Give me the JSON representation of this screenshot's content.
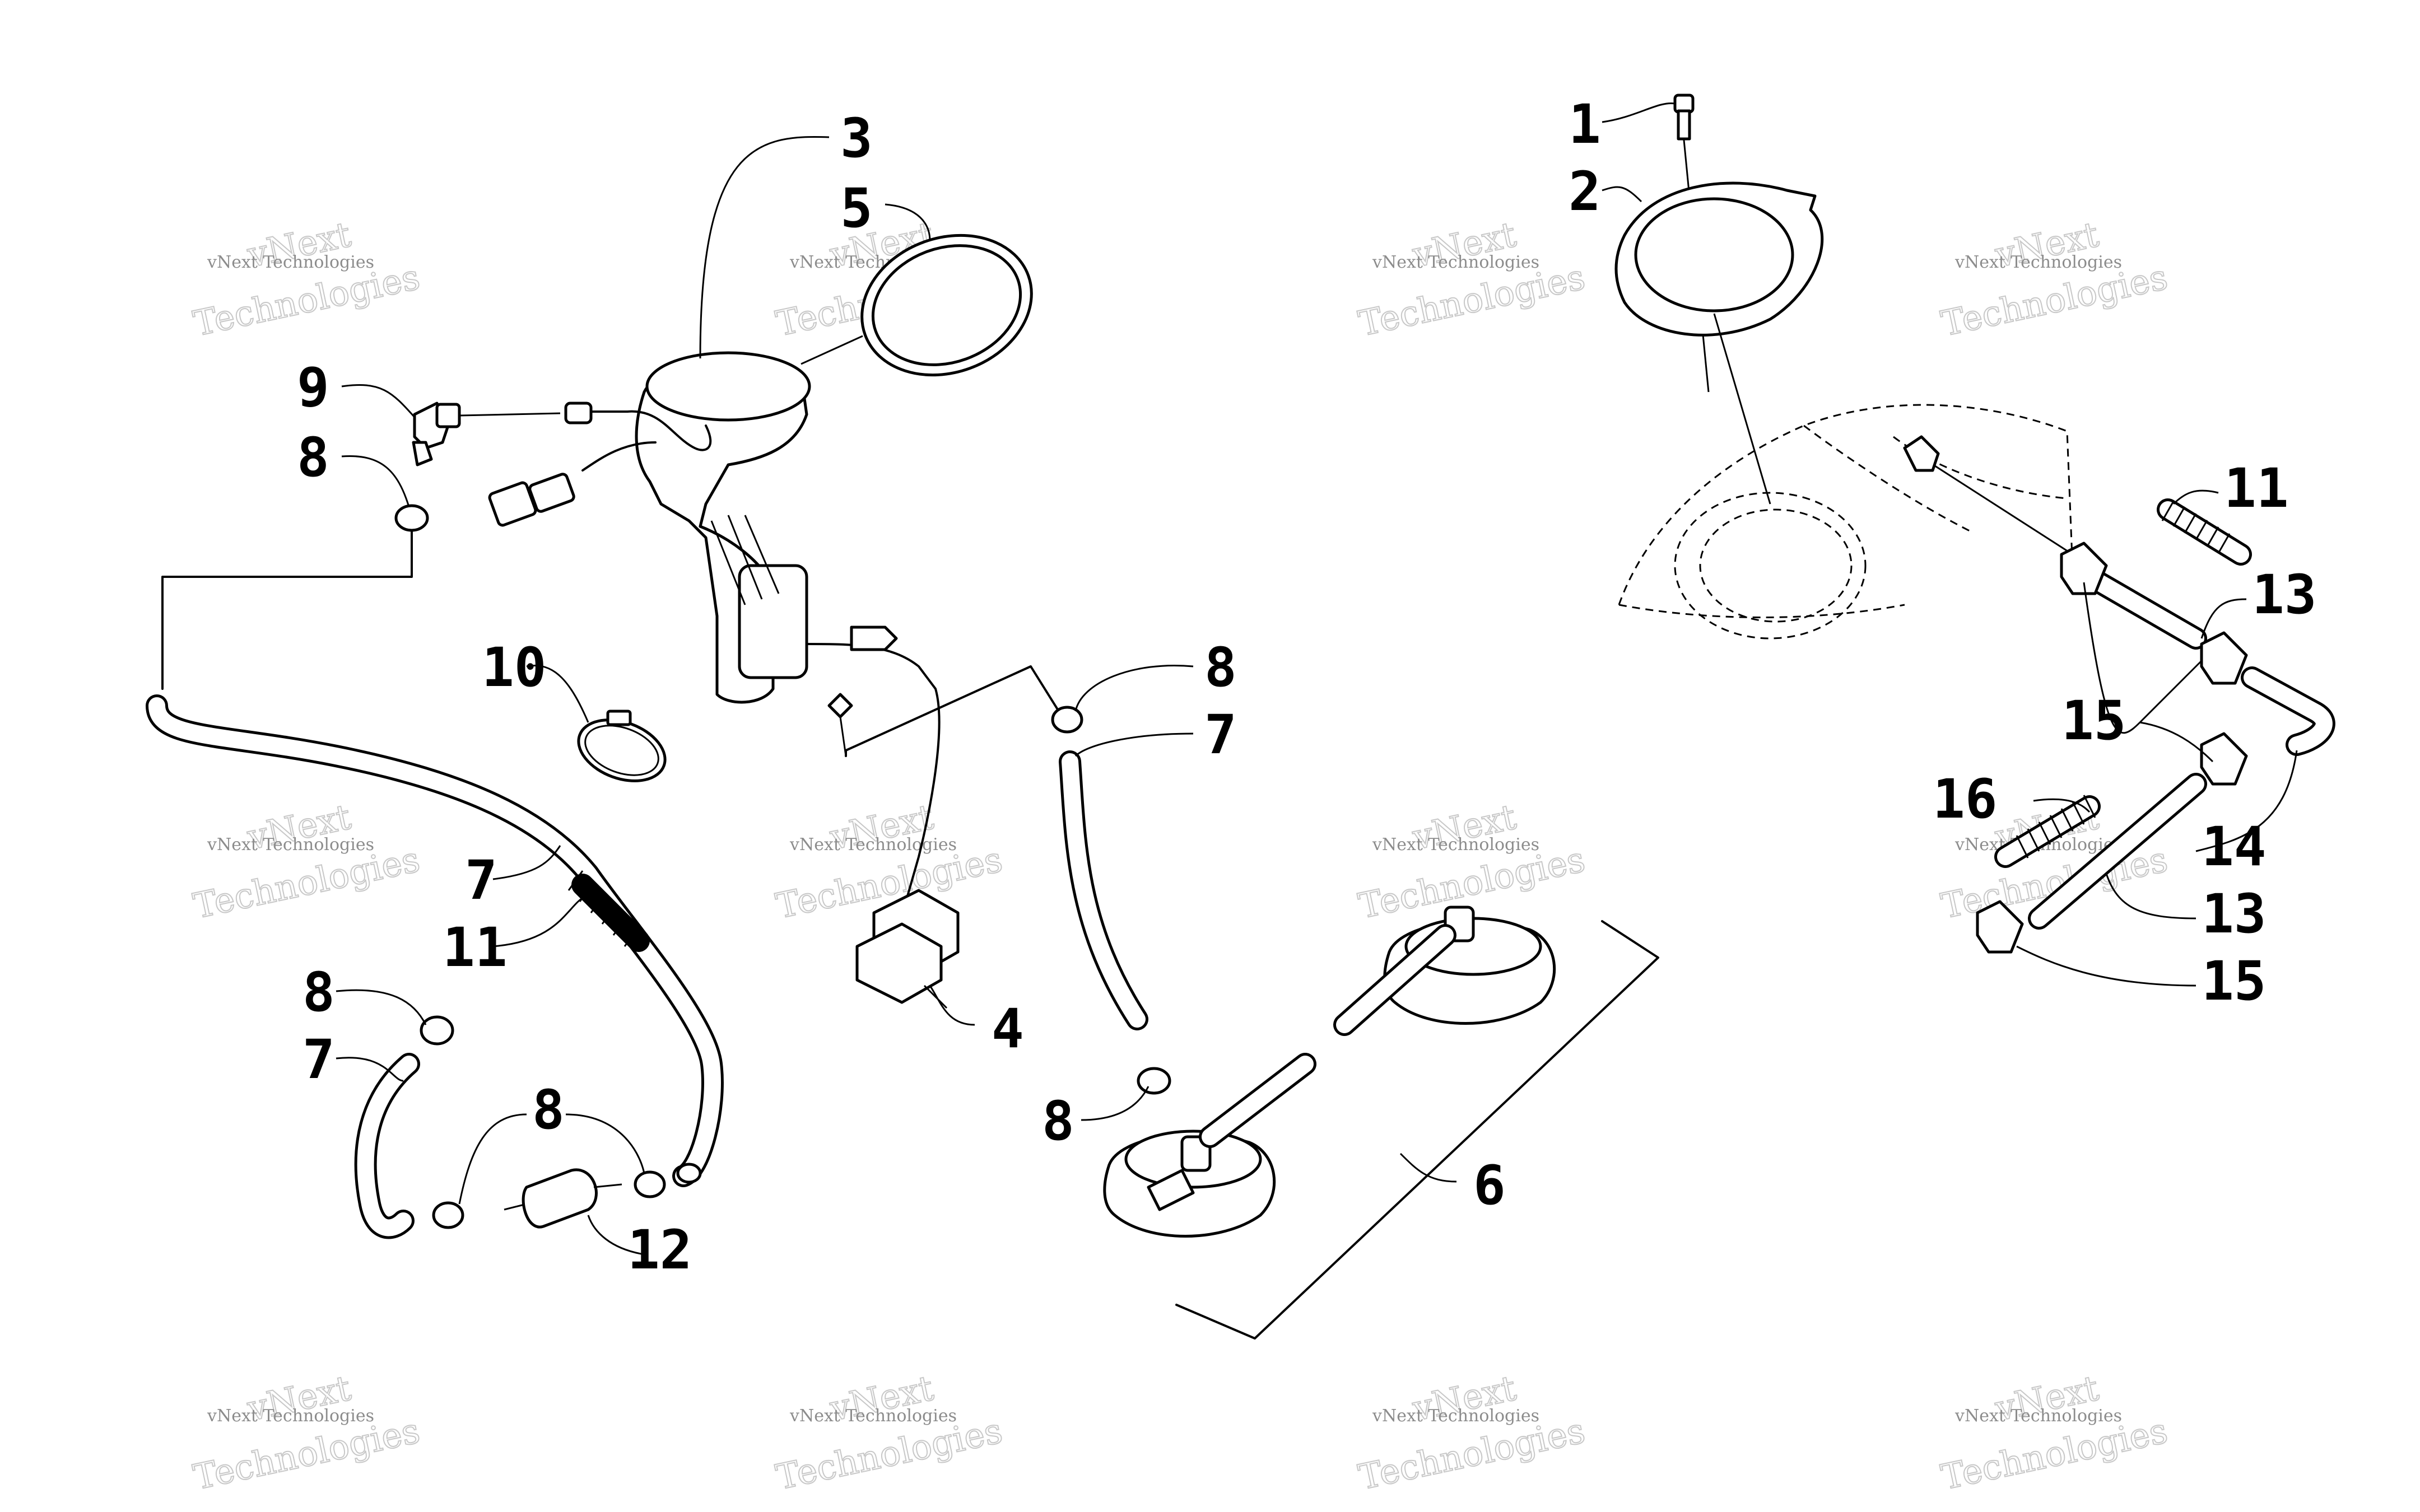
{
  "diagram": {
    "callouts": [
      {
        "id": "1",
        "label": "1"
      },
      {
        "id": "2",
        "label": "2"
      },
      {
        "id": "3",
        "label": "3"
      },
      {
        "id": "4",
        "label": "4"
      },
      {
        "id": "5",
        "label": "5"
      },
      {
        "id": "6",
        "label": "6"
      },
      {
        "id": "7a",
        "label": "7"
      },
      {
        "id": "7b",
        "label": "7"
      },
      {
        "id": "7c",
        "label": "7"
      },
      {
        "id": "8a",
        "label": "8"
      },
      {
        "id": "8b",
        "label": "8"
      },
      {
        "id": "8c",
        "label": "8"
      },
      {
        "id": "8d",
        "label": "8"
      },
      {
        "id": "8e",
        "label": "8"
      },
      {
        "id": "9",
        "label": "9"
      },
      {
        "id": "10",
        "label": "10"
      },
      {
        "id": "11a",
        "label": "11"
      },
      {
        "id": "11b",
        "label": "11"
      },
      {
        "id": "12",
        "label": "12"
      },
      {
        "id": "13a",
        "label": "13"
      },
      {
        "id": "13b",
        "label": "13"
      },
      {
        "id": "14",
        "label": "14"
      },
      {
        "id": "15a",
        "label": "15"
      },
      {
        "id": "15b",
        "label": "15"
      },
      {
        "id": "16",
        "label": "16"
      }
    ],
    "watermark": {
      "small": "vNext Technologies",
      "big_top": "vNext",
      "big_bottom": "Technologies"
    }
  }
}
